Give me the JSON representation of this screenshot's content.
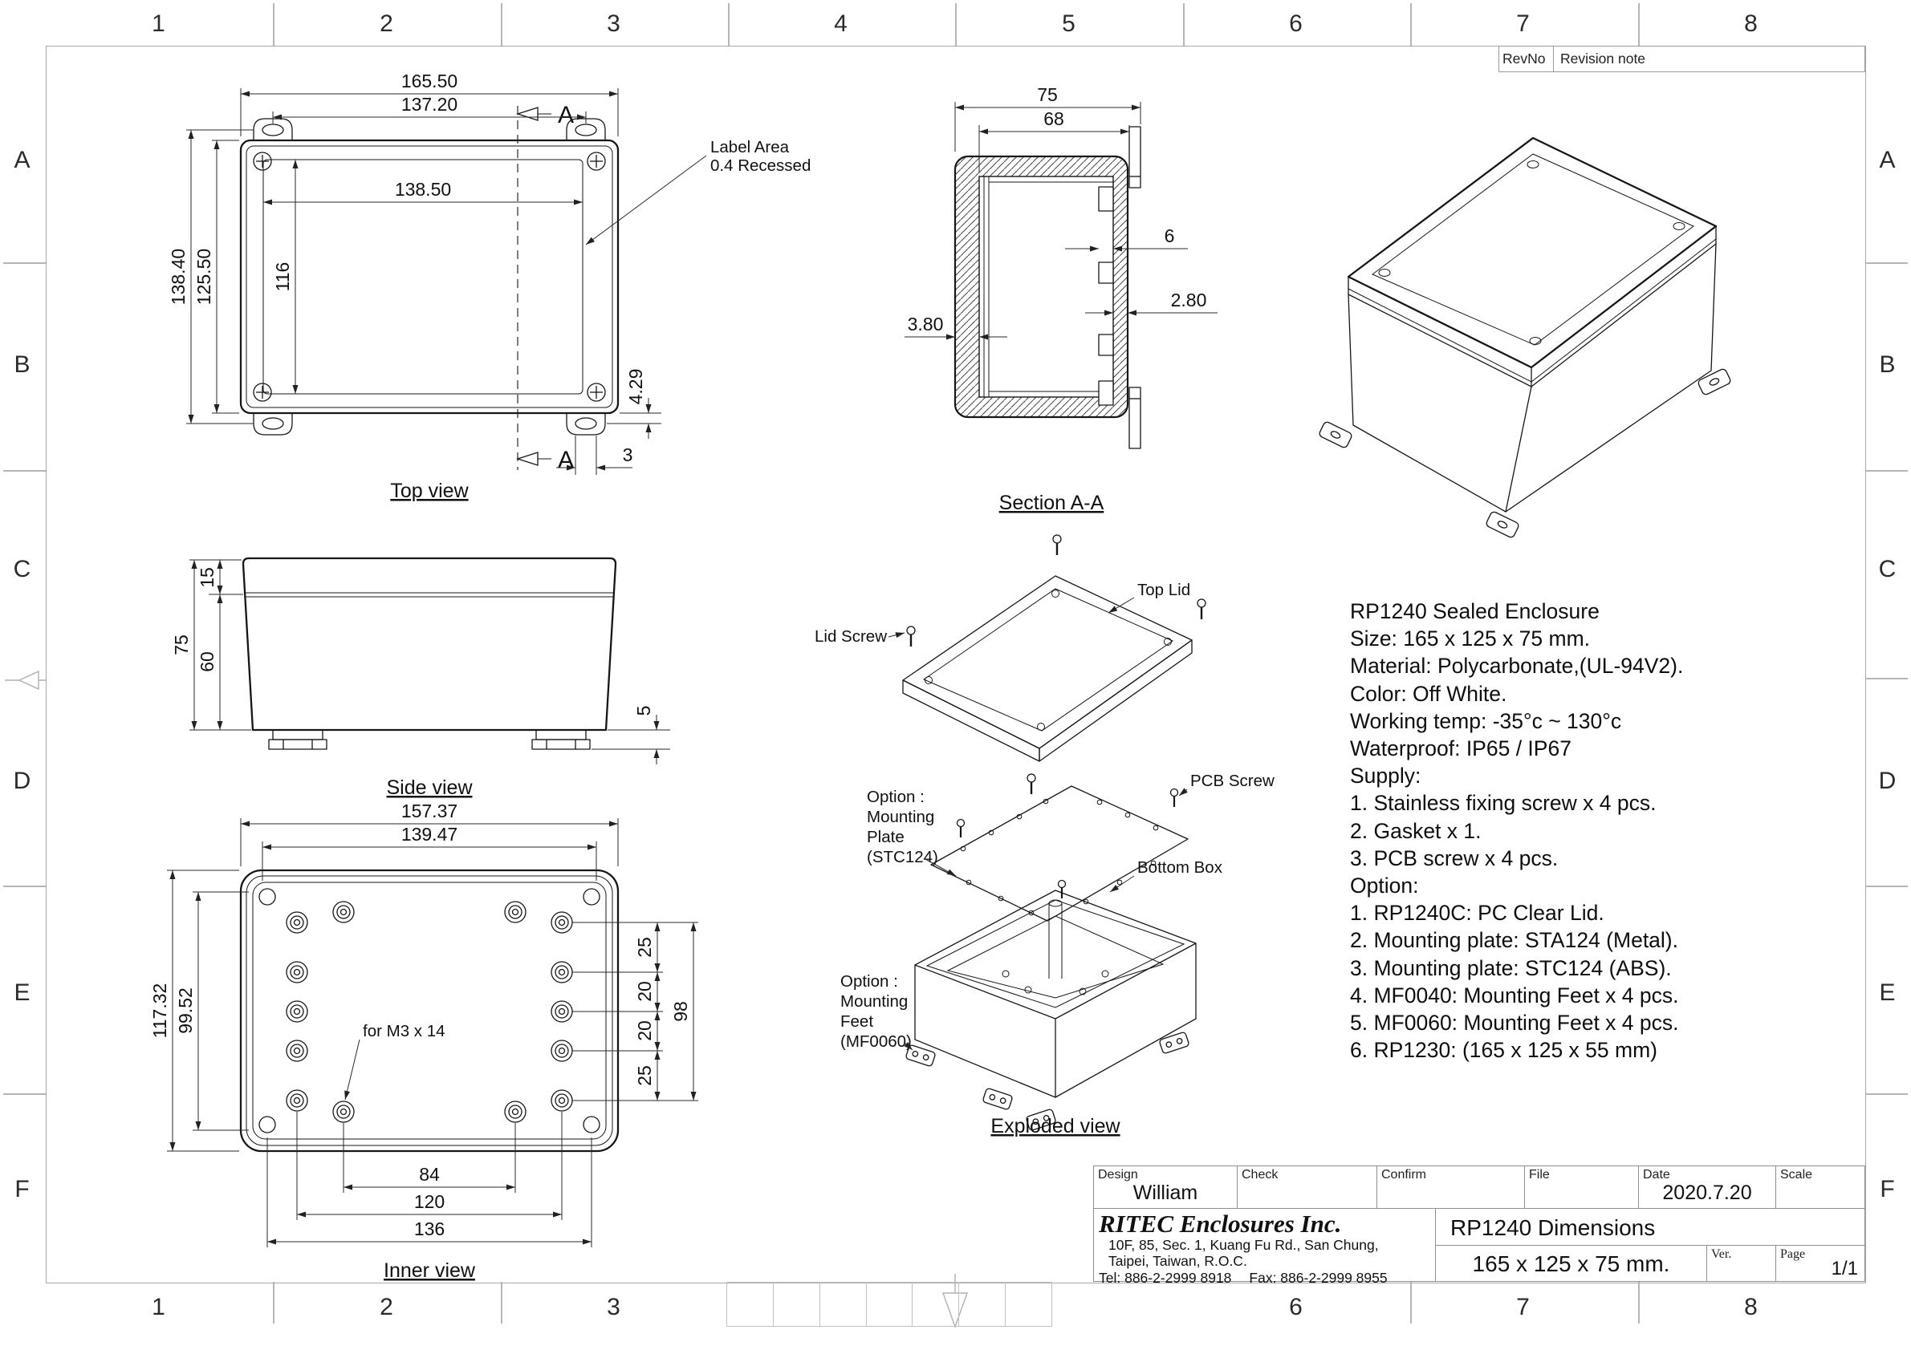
{
  "sheet": {
    "zone_cols": [
      "1",
      "2",
      "3",
      "4",
      "5",
      "6",
      "7",
      "8"
    ],
    "zone_rows": [
      "A",
      "B",
      "C",
      "D",
      "E",
      "F"
    ],
    "revision": {
      "col1": "RevNo",
      "col2": "Revision note"
    }
  },
  "top_view": {
    "title": "Top view",
    "dim_overall_w": "165.50",
    "dim_hole_span": "137.20",
    "dim_label_w": "138.50",
    "dim_label_h": "116",
    "dim_overall_h": "138.40",
    "dim_body_h": "125.50",
    "dim_tab_offset": "4.29",
    "dim_slot": "3",
    "section_letter": "A",
    "callout_line1": "Label Area",
    "callout_line2": "0.4 Recessed"
  },
  "section_view": {
    "title": "Section A-A",
    "dim_depth": "75",
    "dim_inner_depth": "68",
    "dim_boss": "6",
    "dim_lid_wall": "3.80",
    "dim_box_wall": "2.80"
  },
  "side_view": {
    "title": "Side view",
    "dim_lid": "15",
    "dim_total": "75",
    "dim_body": "60",
    "dim_foot": "5"
  },
  "inner_view": {
    "title": "Inner view",
    "dim_outer_w": "157.37",
    "dim_inner_w": "139.47",
    "dim_outer_h": "117.32",
    "dim_inner_h": "99.52",
    "dim_s1": "25",
    "dim_s2": "20",
    "dim_s3": "20",
    "dim_s4": "25",
    "dim_right_total": "98",
    "dim_b1": "84",
    "dim_b2": "120",
    "dim_b3": "136",
    "callout": "for M3 x 14"
  },
  "exploded_view": {
    "title": "Exploded view",
    "lid_screw": "Lid Screw",
    "top_lid": "Top Lid",
    "pcb_screw": "PCB Screw",
    "plate_l1": "Option :",
    "plate_l2": "Mounting",
    "plate_l3": "Plate",
    "plate_l4": "(STC124)",
    "bottom_box": "Bottom Box",
    "feet_l1": "Option :",
    "feet_l2": "Mounting",
    "feet_l3": "Feet",
    "feet_l4": "(MF0060)"
  },
  "specs": {
    "lines": [
      "RP1240 Sealed Enclosure",
      "Size: 165 x 125 x 75 mm.",
      "Material: Polycarbonate,(UL-94V2).",
      "Color: Off White.",
      "Working temp: -35°c ~ 130°c",
      "Waterproof: IP65 / IP67",
      "Supply:",
      "1. Stainless fixing screw x 4 pcs.",
      "2. Gasket x 1.",
      "3. PCB screw x 4 pcs.",
      "Option:",
      "1. RP1240C: PC Clear Lid.",
      "2. Mounting plate: STA124 (Metal).",
      "3. Mounting plate: STC124 (ABS).",
      "4. MF0040: Mounting Feet x 4 pcs.",
      "5. MF0060: Mounting Feet x 4 pcs.",
      "6. RP1230: (165 x 125 x 55 mm)"
    ]
  },
  "title_block": {
    "design_label": "Design",
    "design_value": "William",
    "check_label": "Check",
    "confirm_label": "Confirm",
    "file_label": "File",
    "date_label": "Date",
    "date_value": "2020.7.20",
    "scale_label": "Scale",
    "company": "RITEC Enclosures Inc.",
    "address1": "10F, 85, Sec. 1, Kuang Fu Rd., San Chung,",
    "address2": "Taipei, Taiwan, R.O.C.",
    "tel": "Tel: 886-2-2999 8918",
    "fax": "Fax: 886-2-2999 8955",
    "drawing_title": "RP1240 Dimensions",
    "drawing_size": "165 x 125 x 75 mm.",
    "ver_label": "Ver.",
    "page_label": "Page",
    "page_value": "1/1"
  }
}
